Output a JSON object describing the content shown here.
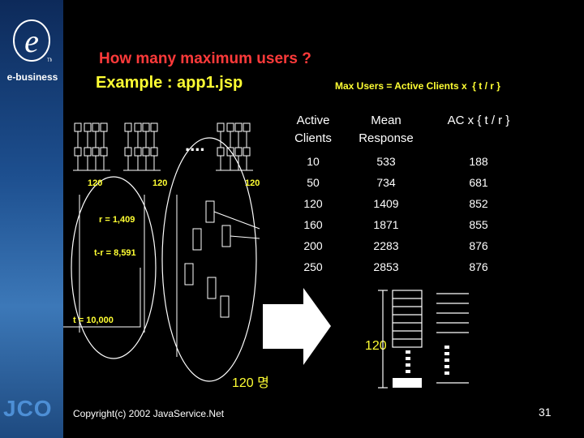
{
  "sidebar": {
    "logo_letter": "e",
    "logo_tm": "TM",
    "logo_text": "e-business",
    "brand": "JCO"
  },
  "title": {
    "line1": "How many maximum users ?",
    "line2": "Example : app1.jsp"
  },
  "formula": "Max Users = Active Clients x  { t / r }",
  "table": {
    "headers": [
      "Active Clients",
      "Mean Response",
      "AC x { t / r }"
    ],
    "rows": [
      [
        "10",
        "533",
        "188"
      ],
      [
        "50",
        "734",
        "681"
      ],
      [
        "120",
        "1409",
        "852"
      ],
      [
        "160",
        "1871",
        "855"
      ],
      [
        "200",
        "2283",
        "876"
      ],
      [
        "250",
        "2853",
        "876"
      ]
    ]
  },
  "diagram": {
    "group_labels": [
      "120",
      "120",
      "120"
    ],
    "r_label": "r = 1,409",
    "tr_label": "t-r = 8,591",
    "t_label": "t = 10,000",
    "queue_label": "120",
    "users_label": "120 명",
    "ellipsis": "...."
  },
  "footer": {
    "copyright": "Copyright(c) 2002 JavaService.Net",
    "page_number": "31"
  },
  "colors": {
    "title_red": "#ff3a3a",
    "title_yellow": "#ffff33",
    "text_white": "#ffffff",
    "background": "#000000"
  }
}
